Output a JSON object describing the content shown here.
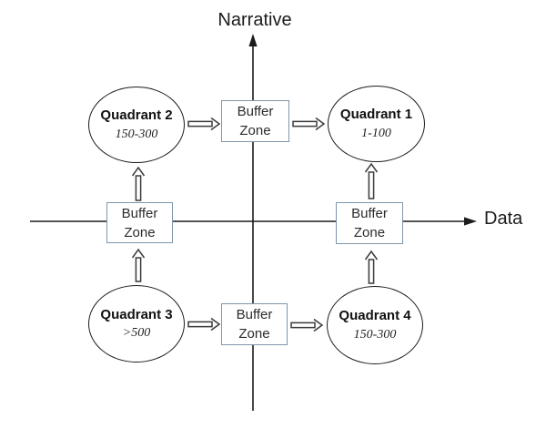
{
  "diagram": {
    "axes": {
      "vertical_label": "Narrative",
      "horizontal_label": "Data"
    },
    "quadrants": [
      {
        "id": "quadrant-1",
        "title": "Quadrant 1",
        "range": "1-100",
        "position": "top-right"
      },
      {
        "id": "quadrant-2",
        "title": "Quadrant 2",
        "range": "150-300",
        "position": "top-left"
      },
      {
        "id": "quadrant-3",
        "title": "Quadrant 3",
        "range": ">500",
        "position": "bottom-left"
      },
      {
        "id": "quadrant-4",
        "title": "Quadrant 4",
        "range": "150-300",
        "position": "bottom-right"
      }
    ],
    "buffer_zones": [
      {
        "position": "top-center",
        "label": "Buffer Zone"
      },
      {
        "position": "left-axis",
        "label": "Buffer Zone"
      },
      {
        "position": "right-axis",
        "label": "Buffer Zone"
      },
      {
        "position": "bottom-center",
        "label": "Buffer Zone"
      }
    ],
    "arrows": [
      {
        "from": "quadrant-2",
        "to": "buffer-top",
        "direction": "right"
      },
      {
        "from": "buffer-top",
        "to": "quadrant-1",
        "direction": "right"
      },
      {
        "from": "quadrant-3",
        "to": "buffer-bottom",
        "direction": "right"
      },
      {
        "from": "buffer-bottom",
        "to": "quadrant-4",
        "direction": "right"
      },
      {
        "from": "buffer-left",
        "to": "quadrant-2",
        "direction": "up"
      },
      {
        "from": "quadrant-3",
        "to": "buffer-left",
        "direction": "up"
      },
      {
        "from": "buffer-right",
        "to": "quadrant-1",
        "direction": "up"
      },
      {
        "from": "quadrant-4",
        "to": "buffer-right",
        "direction": "up"
      }
    ],
    "colors": {
      "background": "#ffffff",
      "axis": "#1c1c1c",
      "ellipse_border": "#1c1c1c",
      "buffer_border": "#7e96ab",
      "arrow": "#3a3a3a",
      "text": "#111111"
    }
  }
}
